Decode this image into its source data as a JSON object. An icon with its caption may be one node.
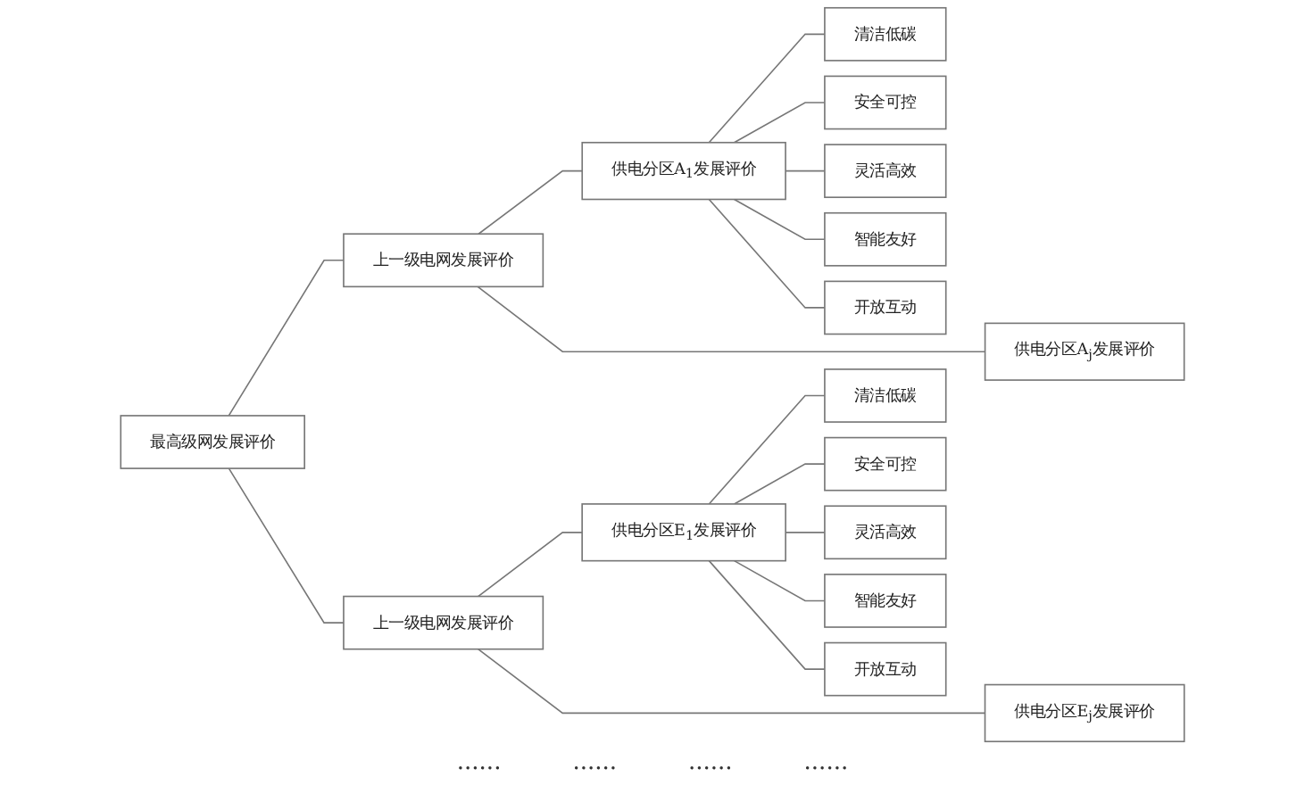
{
  "diagram": {
    "nodes": [
      {
        "text": [
          "最高级网发展评价"
        ]
      },
      {
        "text": [
          "上一级电网发展评价"
        ]
      },
      {
        "text": [
          "供电分区A$_{1}$发展评价"
        ]
      },
      {
        "text": [
          "清洁低碳"
        ]
      },
      {
        "text": [
          "安全可控"
        ]
      },
      {
        "text": [
          "灵活高效"
        ]
      },
      {
        "text": [
          "智能友好"
        ]
      },
      {
        "text": [
          "开放互动"
        ]
      },
      {
        "text": [
          "供电分区A$_{j}$发展评价"
        ]
      },
      {
        "text": [
          "上一级电网发展评价"
        ]
      },
      {
        "text": [
          "供电分区E$_{1}$发展评价"
        ]
      },
      {
        "text": [
          "清洁低碳"
        ]
      },
      {
        "text": [
          "安全可控"
        ]
      },
      {
        "text": [
          "灵活高效"
        ]
      },
      {
        "text": [
          "智能友好"
        ]
      },
      {
        "text": [
          "开放互动"
        ]
      },
      {
        "text": [
          "供电分区E$_{j}$发展评价"
        ]
      }
    ],
    "edges": [
      {
        "from": 0,
        "to": 1,
        "arrow": "none"
      },
      {
        "from": 0,
        "to": 9,
        "arrow": "none"
      },
      {
        "from": 1,
        "to": 2,
        "arrow": "none"
      },
      {
        "from": 1,
        "to": 8,
        "arrow": "none"
      },
      {
        "from": 2,
        "to": 3,
        "arrow": "none"
      },
      {
        "from": 2,
        "to": 4,
        "arrow": "none"
      },
      {
        "from": 2,
        "to": 5,
        "arrow": "none"
      },
      {
        "from": 2,
        "to": 6,
        "arrow": "none"
      },
      {
        "from": 2,
        "to": 7,
        "arrow": "none"
      },
      {
        "from": 9,
        "to": 10,
        "arrow": "none"
      },
      {
        "from": 10,
        "to": 11,
        "arrow": "none"
      },
      {
        "from": 10,
        "to": 12,
        "arrow": "none"
      },
      {
        "from": 10,
        "to": 13,
        "arrow": "none"
      },
      {
        "from": 10,
        "to": 14,
        "arrow": "none"
      },
      {
        "from": 10,
        "to": 15,
        "arrow": "none"
      },
      {
        "from": 9,
        "to": 16,
        "arrow": "none"
      }
    ],
    "labels": [
      "......",
      "......",
      "......",
      "......"
    ]
  }
}
